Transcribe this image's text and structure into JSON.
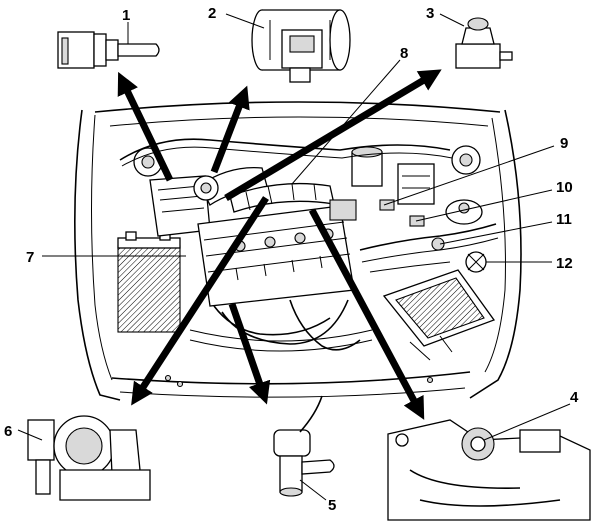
{
  "diagram": {
    "callouts": [
      {
        "id": "1",
        "text": "1"
      },
      {
        "id": "2",
        "text": "2"
      },
      {
        "id": "3",
        "text": "3"
      },
      {
        "id": "4",
        "text": "4"
      },
      {
        "id": "5",
        "text": "5"
      },
      {
        "id": "6",
        "text": "6"
      },
      {
        "id": "7",
        "text": "7"
      },
      {
        "id": "8",
        "text": "8"
      },
      {
        "id": "9",
        "text": "9"
      },
      {
        "id": "10",
        "text": "10"
      },
      {
        "id": "11",
        "text": "11"
      },
      {
        "id": "12",
        "text": "12"
      }
    ],
    "colors": {
      "ink": "#000000",
      "paper": "#ffffff"
    }
  }
}
